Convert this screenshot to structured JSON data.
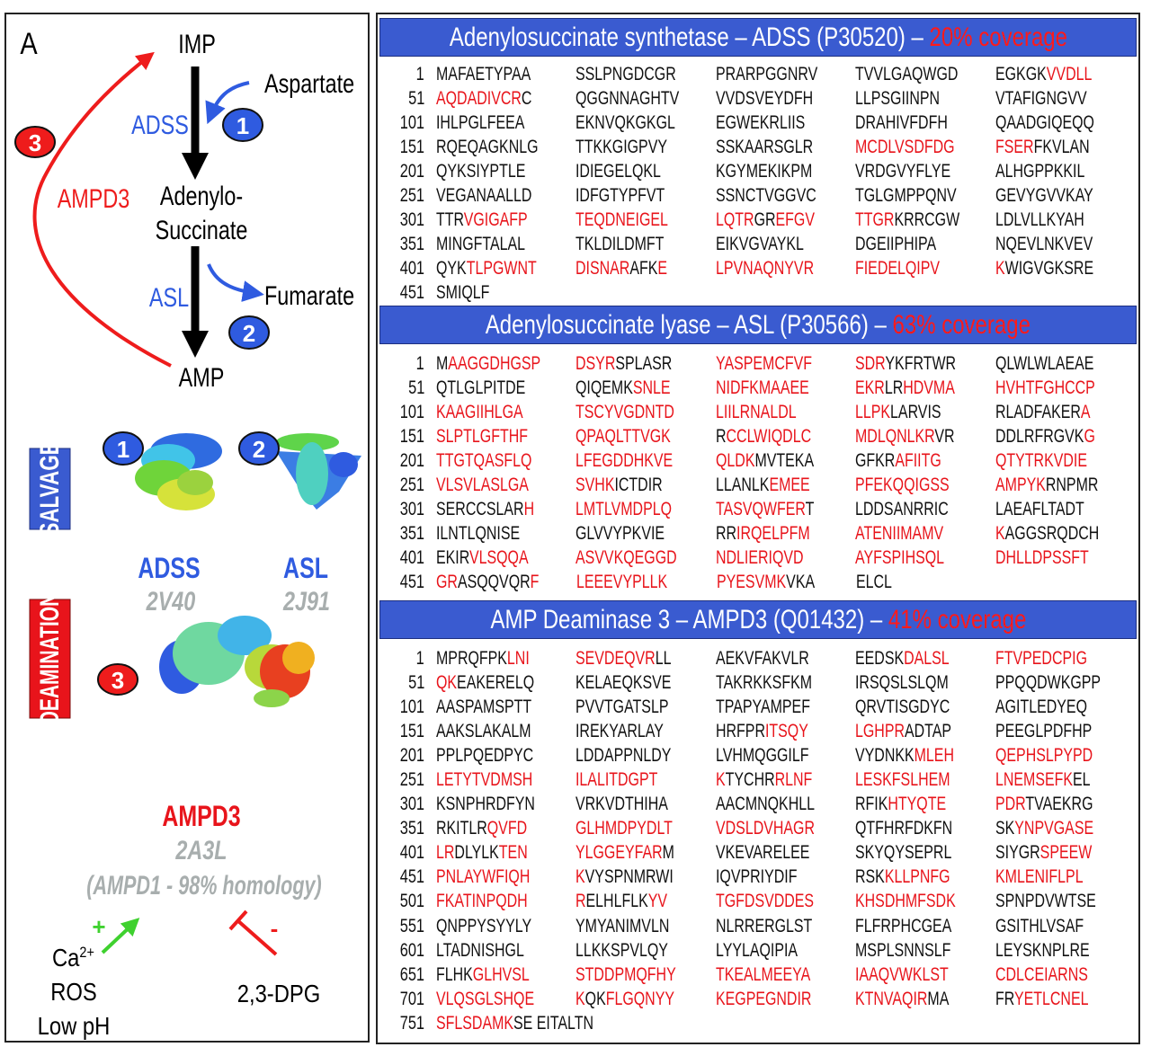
{
  "panel_label": "A",
  "pathway": {
    "imp": "IMP",
    "aspartate": "Aspartate",
    "adss": "ADSS",
    "adenylo_1": "Adenylo-",
    "adenylo_2": "Succinate",
    "asl": "ASL",
    "fumarate": "Fumarate",
    "amp": "AMP",
    "ampd3": "AMPD3",
    "step1": "1",
    "step2": "2",
    "step3": "3"
  },
  "structures": {
    "salvage": "SALVAGE",
    "deamination": "DEAMINATION",
    "adss_name": "ADSS",
    "adss_pdb": "2V40",
    "asl_name": "ASL",
    "asl_pdb": "2J91",
    "ampd3_name": "AMPD3",
    "ampd3_pdb": "2A3L",
    "ampd3_note": "(AMPD1 - 98% homology)",
    "badge1": "1",
    "badge2": "2",
    "badge3": "3"
  },
  "regulation": {
    "plus": "+",
    "minus": "-",
    "ca": "Ca",
    "ca_sup": "2+",
    "ros": "ROS",
    "low_ph": "Low pH",
    "dpg": "2,3-DPG"
  },
  "colors": {
    "blue": "#3a5bd0",
    "red": "#e8141b",
    "green": "#3fd12f",
    "gray": "#a8aeae"
  },
  "proteins": [
    {
      "title": "Adenylosuccinate synthetase – ADSS (P30520) – ",
      "coverage": "20% coverage",
      "rows": [
        {
          "n": "1",
          "c": [
            "MAFAETYPAA",
            "SSLPNGDCGR",
            "PRARPGGNRV",
            "TVVLGAQWGD",
            [
              "EGKGK",
              "VVDLL"
            ]
          ]
        },
        {
          "n": "51",
          "c": [
            [
              "",
              "AQDADIVCR",
              "C"
            ],
            "QGGNNAGHTV",
            "VVDSVEYDFH",
            "LLPSGIINPN",
            "VTAFIGNGVV"
          ]
        },
        {
          "n": "101",
          "c": [
            "IHLPGLFEEA",
            "EKNVQKGKGL",
            "EGWEKRLIIS",
            "DRAHIVFDFH",
            "QAADGIQEQQ"
          ]
        },
        {
          "n": "151",
          "c": [
            "RQEQAGKNLG",
            "TTKKGIGPVY",
            "SSKAARSGLR",
            [
              "",
              "MCDLVSDFDG"
            ],
            [
              "",
              "FSER",
              "FKVLAN"
            ]
          ]
        },
        {
          "n": "201",
          "c": [
            "QYKSIYPTLE",
            "IDIEGELQKL",
            "KGYMEKIKPM",
            "VRDGVYFLYE",
            "ALHGPPKKIL"
          ]
        },
        {
          "n": "251",
          "c": [
            "VEGANAALLD",
            "IDFGTYPFVT",
            "SSNCTVGGVC",
            "TGLGMPPQNV",
            "GEVYGVVKAY"
          ]
        },
        {
          "n": "301",
          "c": [
            [
              "TTR",
              "VGIGAFP"
            ],
            [
              "",
              "TEQDNEIGEL"
            ],
            [
              "",
              "LQTR",
              "GR",
              "EFGV"
            ],
            [
              "",
              "TTGR",
              "KRRCGW"
            ],
            "LDLVLLKYAH"
          ]
        },
        {
          "n": "351",
          "c": [
            "MINGFTALAL",
            "TKLDILDMFT",
            "EIKVGVAYKL",
            "DGEIIPHIPA",
            "NQEVLNKVEV"
          ]
        },
        {
          "n": "401",
          "c": [
            [
              "QYK",
              "TLPGWNT"
            ],
            [
              "",
              "DISNAR",
              "AFK",
              "E"
            ],
            [
              "",
              "LPVNAQNYVR"
            ],
            [
              "",
              "FIEDELQIPV"
            ],
            [
              "",
              "K",
              "WIGVGKSRE"
            ]
          ]
        },
        {
          "n": "451",
          "c": [
            "SMIQLF"
          ]
        }
      ]
    },
    {
      "title": "Adenylosuccinate lyase – ASL (P30566) – ",
      "coverage": "63% coverage",
      "rows": [
        {
          "n": "1",
          "c": [
            [
              "M",
              "AAGGDHGSP"
            ],
            [
              "",
              "DSYR",
              "SPLASR"
            ],
            [
              "",
              "YASPEMCFVF"
            ],
            [
              "",
              "SDR",
              "YKFRTWR"
            ],
            "QLWLWLAEAE"
          ]
        },
        {
          "n": "51",
          "c": [
            "QTLGLPITDE",
            [
              "QIQEMK",
              "SNLE"
            ],
            [
              "",
              "NIDFKMAAEE"
            ],
            [
              "",
              "EKR",
              "LR",
              "HDVMA"
            ],
            [
              "",
              "HVHTFGHCCP"
            ]
          ]
        },
        {
          "n": "101",
          "c": [
            [
              "",
              "KAAGIIHLGA"
            ],
            [
              "",
              "TSCYVGDNTD"
            ],
            [
              "",
              "LIILRNALDL"
            ],
            [
              "",
              "LLPK",
              "LARVIS"
            ],
            [
              "RLADFAKER",
              "A"
            ]
          ]
        },
        {
          "n": "151",
          "c": [
            [
              "",
              "SLPTLGFTHF"
            ],
            [
              "",
              "QPAQLTTVGK"
            ],
            [
              "R",
              "CCLWIQDLC"
            ],
            [
              "",
              "MDLQNLKR",
              "VR"
            ],
            [
              "DDLRFRGVK",
              "G"
            ]
          ]
        },
        {
          "n": "201",
          "c": [
            [
              "",
              "TTGTQASFLQ"
            ],
            [
              "",
              "LFEGDDHKVE"
            ],
            [
              "",
              "QLDK",
              "MVTEKA"
            ],
            [
              "GFKR",
              "AFIITG"
            ],
            [
              "",
              "QTYTRKVDIE"
            ]
          ]
        },
        {
          "n": "251",
          "c": [
            [
              "",
              "VLSVLASLGA"
            ],
            [
              "",
              "SVHK",
              "ICTDIR"
            ],
            [
              "LLANLK",
              "EMEE"
            ],
            [
              "",
              "PFEKQQIGSS"
            ],
            [
              "",
              "AMPYK",
              "RNPMR"
            ]
          ]
        },
        {
          "n": "301",
          "c": [
            [
              "SERCCSLAR",
              "H"
            ],
            [
              "",
              "LMTLVMDPLQ"
            ],
            [
              "",
              "TASVQWFER",
              "T"
            ],
            "LDDSANRRIC",
            "LAEAFLTADT"
          ]
        },
        {
          "n": "351",
          "c": [
            "ILNTLQNISE",
            "GLVVYPKVIE",
            [
              "RR",
              "IRQELPFM"
            ],
            [
              "",
              "ATENIIMAMV"
            ],
            [
              "",
              "K",
              "AGGSRQDCH"
            ]
          ]
        },
        {
          "n": "401",
          "c": [
            [
              "EKIR",
              "VLSQQA"
            ],
            [
              "",
              "ASVVKQEGGD"
            ],
            [
              "",
              "NDLIERIQVD"
            ],
            [
              "",
              "AYFSPIHSQL"
            ],
            [
              "",
              "DHLLDPSSFT"
            ]
          ]
        },
        {
          "n": "451",
          "c": [
            [
              "",
              "GR",
              "ASQQVQR",
              "F"
            ],
            [
              "",
              "LEEEVYPLLK"
            ],
            [
              "",
              "PYESVMK",
              "VKA"
            ],
            "ELCL"
          ]
        }
      ]
    },
    {
      "title": "AMP Deaminase 3 – AMPD3 (Q01432) – ",
      "coverage": "41% coverage",
      "rows": [
        {
          "n": "1",
          "c": [
            [
              "MPRQFPK",
              "LNI"
            ],
            [
              "",
              "SEVDEQVR",
              "LL"
            ],
            "AEKVFAKVLR",
            [
              "EEDSK",
              "DALSL"
            ],
            [
              "",
              "FTVPEDCPIG"
            ]
          ]
        },
        {
          "n": "51",
          "c": [
            [
              "",
              "QK",
              "EAKERELQ"
            ],
            "KELAEQKSVE",
            "TAKRKKSFKM",
            "IRSQSLSLQM",
            "PPQQDWKGPP"
          ]
        },
        {
          "n": "101",
          "c": [
            "AASPAMSPTT",
            "PVVTGATSLP",
            "TPAPYAMPEF",
            "QRVTISGDYC",
            "AGITLEDYEQ"
          ]
        },
        {
          "n": "151",
          "c": [
            "AAKSLAKALM",
            "IREKYARLAY",
            [
              "HRFPR",
              "ITSQY"
            ],
            [
              "",
              "LGHPR",
              "ADTAP"
            ],
            "PEEGLPDFHP"
          ]
        },
        {
          "n": "201",
          "c": [
            "PPLPQEDPYC",
            "LDDAPPNLDY",
            "LVHMQGGILF",
            [
              "VYDNKK",
              "MLEH"
            ],
            [
              "",
              "QEPHSLPYPD"
            ]
          ]
        },
        {
          "n": "251",
          "c": [
            [
              "",
              "LETYTVDMSH"
            ],
            [
              "",
              "ILALITDGPT"
            ],
            [
              "",
              "K",
              "TYCHR",
              "RLNF"
            ],
            [
              "",
              "LESKFSLHEM"
            ],
            [
              "",
              "LNEMSEFK",
              "EL"
            ]
          ]
        },
        {
          "n": "301",
          "c": [
            "KSNPHRDFYN",
            "VRKVDTHIHA",
            "AACMNQKHLL",
            [
              "RFIK",
              "HTYQTE"
            ],
            [
              "",
              "PDR",
              "TVAEKRG"
            ]
          ]
        },
        {
          "n": "351",
          "c": [
            [
              "RKITLR",
              "QVFD"
            ],
            [
              "",
              "GLHMDPYDLT"
            ],
            [
              "",
              "VDSLDVHAGR"
            ],
            "QTFHRFDKFN",
            [
              "SK",
              "YNPVGASE"
            ]
          ]
        },
        {
          "n": "401",
          "c": [
            [
              "",
              "LR",
              "DLYLK",
              "TEN"
            ],
            [
              "",
              "YLGGEYFAR",
              "M"
            ],
            "VKEVARELEE",
            "SKYQYSEPRL",
            [
              "SIYGR",
              "SPEEW"
            ]
          ]
        },
        {
          "n": "451",
          "c": [
            [
              "",
              "PNLAYWFIQH"
            ],
            [
              "",
              "K",
              "VYSPNMRWI"
            ],
            "IQVPRIYDIF",
            [
              "RSK",
              "KLLPNFG"
            ],
            [
              "",
              "KMLENIFLPL"
            ]
          ]
        },
        {
          "n": "501",
          "c": [
            [
              "",
              "FKATINPQDH"
            ],
            [
              "",
              "R",
              "ELHLFLK",
              "YV"
            ],
            [
              "",
              "TGFDSVDDES"
            ],
            [
              "",
              "KHSDHMFSDK"
            ],
            "SPNPDVWTSE"
          ]
        },
        {
          "n": "551",
          "c": [
            "QNPPYSYYLY",
            "YMYANIMVLN",
            "NLRRERGLST",
            "FLFRPHCGEA",
            "GSITHLVSAF"
          ]
        },
        {
          "n": "601",
          "c": [
            "LTADNISHGL",
            "LLKKSPVLQY",
            "LYYLAQIPIA",
            "MSPLSNNSLF",
            "LEYSKNPLRE"
          ]
        },
        {
          "n": "651",
          "c": [
            [
              "FLHK",
              "GLHVSL"
            ],
            [
              "",
              "STDDPMQFHY"
            ],
            [
              "",
              "TKEALMEEYA"
            ],
            [
              "",
              "IAAQVWKLST"
            ],
            [
              "",
              "CDLCEIARNS"
            ]
          ]
        },
        {
          "n": "701",
          "c": [
            [
              "",
              "VLQSGLSHQE"
            ],
            [
              "",
              "K",
              "QK",
              "FLGQNYY"
            ],
            [
              "",
              "KEGPEGNDIR"
            ],
            [
              "",
              "KTNVAQIR",
              "MA"
            ],
            [
              "FR",
              "YETLCNEL"
            ]
          ]
        },
        {
          "n": "751",
          "c": [
            [
              "",
              "SFLSDAMK",
              "SE EITALTN"
            ]
          ]
        }
      ]
    }
  ]
}
